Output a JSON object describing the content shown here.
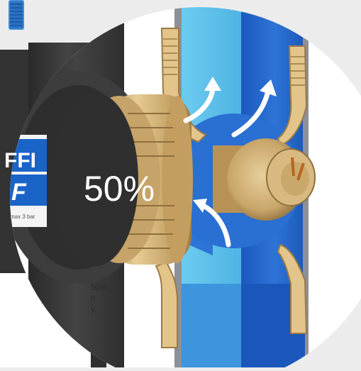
{
  "illustration": {
    "percentage_label": "50%",
    "brand_text": {
      "top": "FFI",
      "mid": "F",
      "small": "max 3 bar"
    },
    "caption_lines": [
      "50%,",
      "n",
      "y."
    ],
    "colors": {
      "background": "#ececec",
      "water_light": "#5cc1ea",
      "water_dark": "#1f5fc6",
      "brass": "#d8b67a",
      "dark_body": "#3a3a3a",
      "label_blue": "#1a64c8"
    },
    "icons": [
      "flow-arrow-icon",
      "flow-arrow-icon",
      "flow-arrow-icon",
      "flow-arrow-icon"
    ]
  }
}
